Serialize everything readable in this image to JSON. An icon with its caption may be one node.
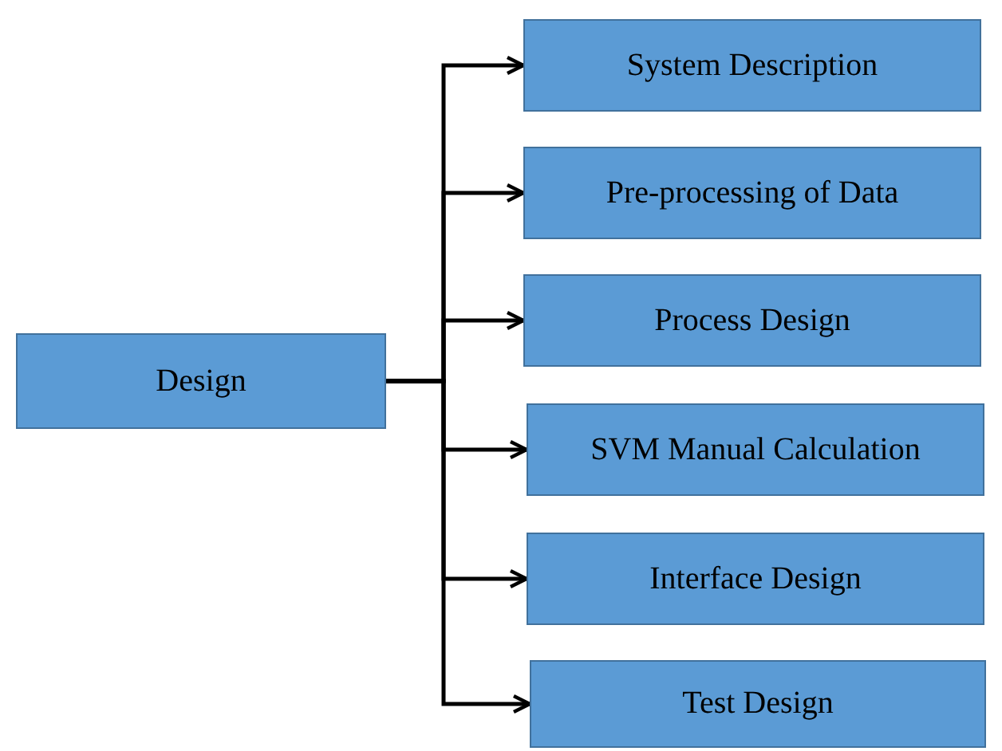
{
  "diagram": {
    "nodes": [
      {
        "text": [
          "Design"
        ]
      },
      {
        "text": [
          "System Description"
        ]
      },
      {
        "text": [
          "Pre-processing of Data"
        ]
      },
      {
        "text": [
          "Process Design"
        ]
      },
      {
        "text": [
          "SVM Manual Calculation"
        ]
      },
      {
        "text": [
          "Interface Design"
        ]
      },
      {
        "text": [
          "Test Design"
        ]
      }
    ],
    "edges": [
      {
        "from": 0,
        "to": 1,
        "arrow": "to"
      },
      {
        "from": 0,
        "to": 2,
        "arrow": "to"
      },
      {
        "from": 0,
        "to": 3,
        "arrow": "to"
      },
      {
        "from": 0,
        "to": 4,
        "arrow": "to"
      },
      {
        "from": 0,
        "to": 5,
        "arrow": "to"
      },
      {
        "from": 0,
        "to": 6,
        "arrow": "to"
      }
    ]
  }
}
